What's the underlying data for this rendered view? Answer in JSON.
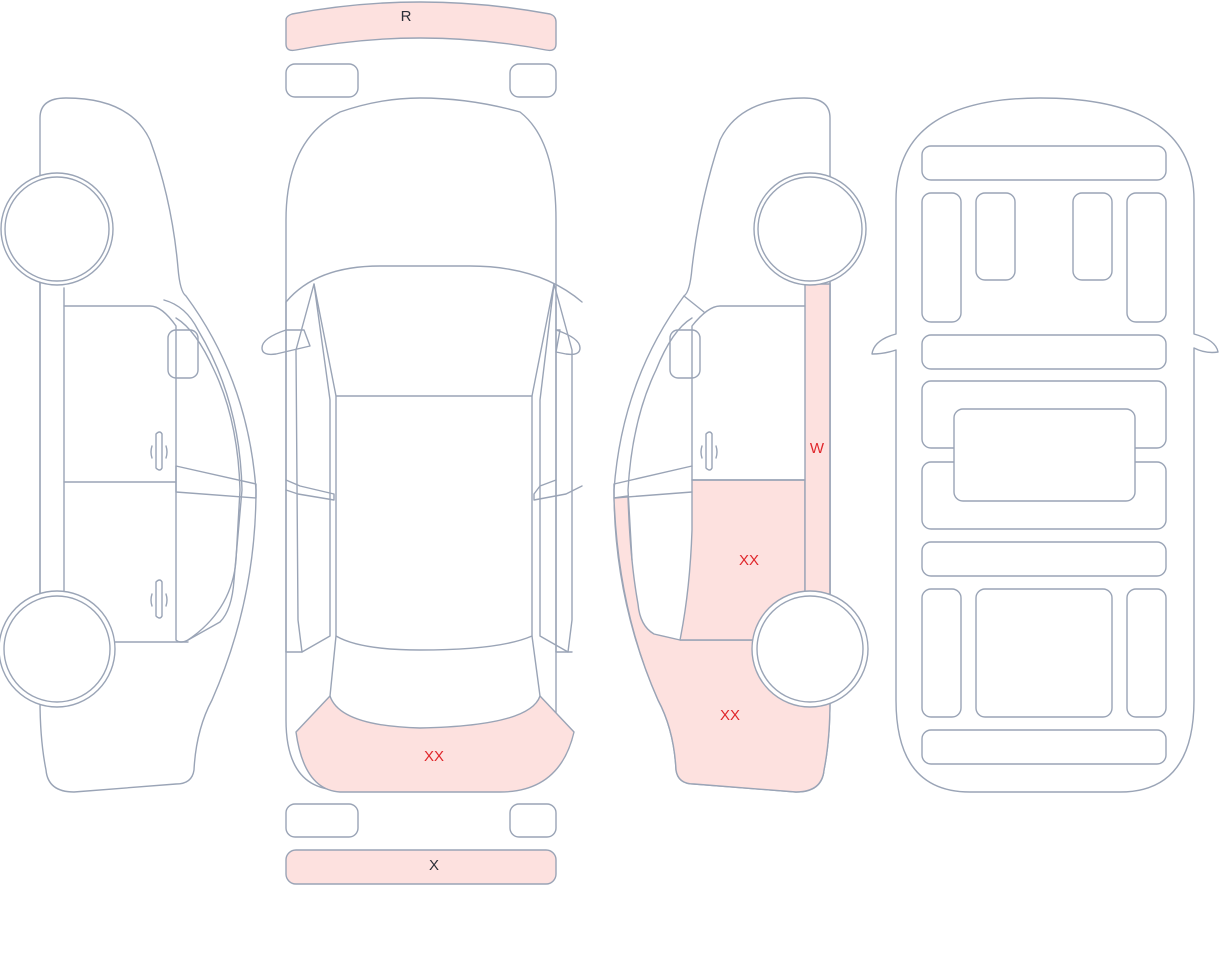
{
  "labels": {
    "roof_strip": "R",
    "rear_bumper_strip": "X",
    "front_bumper_top": "XX",
    "right_pillar": "W",
    "right_front_door": "XX",
    "right_front_fender": "XX"
  },
  "colors": {
    "outline": "#9aa4b6",
    "damage_fill": "#fde1df",
    "damage_text": "#e0262b",
    "label_text": "#2b2f38"
  }
}
